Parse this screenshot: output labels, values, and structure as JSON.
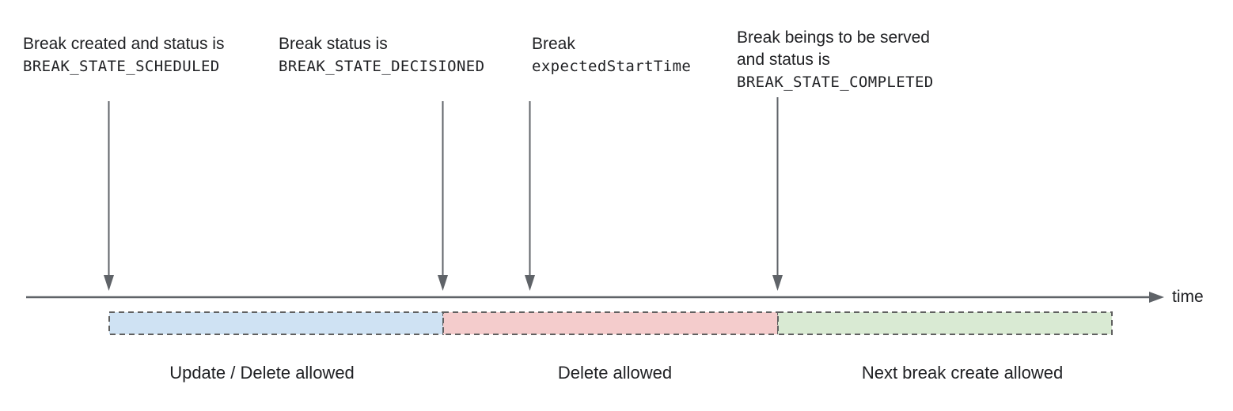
{
  "annotations": [
    {
      "line1": "Break created and status is",
      "code": "BREAK_STATE_SCHEDULED"
    },
    {
      "line1": "Break status is",
      "code": "BREAK_STATE_DECISIONED"
    },
    {
      "line1": "Break",
      "code": "expectedStartTime"
    },
    {
      "line1": "Break beings to be served",
      "line2": "and status is",
      "code": "BREAK_STATE_COMPLETED"
    }
  ],
  "timeline": {
    "axis_label": "time"
  },
  "segments": [
    {
      "label": "Update / Delete allowed",
      "color": "#cfe2f3"
    },
    {
      "label": "Delete allowed",
      "color": "#f4cccc"
    },
    {
      "label": "Next break create allowed",
      "color": "#d9ead3"
    }
  ],
  "colors": {
    "line": "#5f6368",
    "dash_border": "#606060",
    "text": "#202124"
  }
}
